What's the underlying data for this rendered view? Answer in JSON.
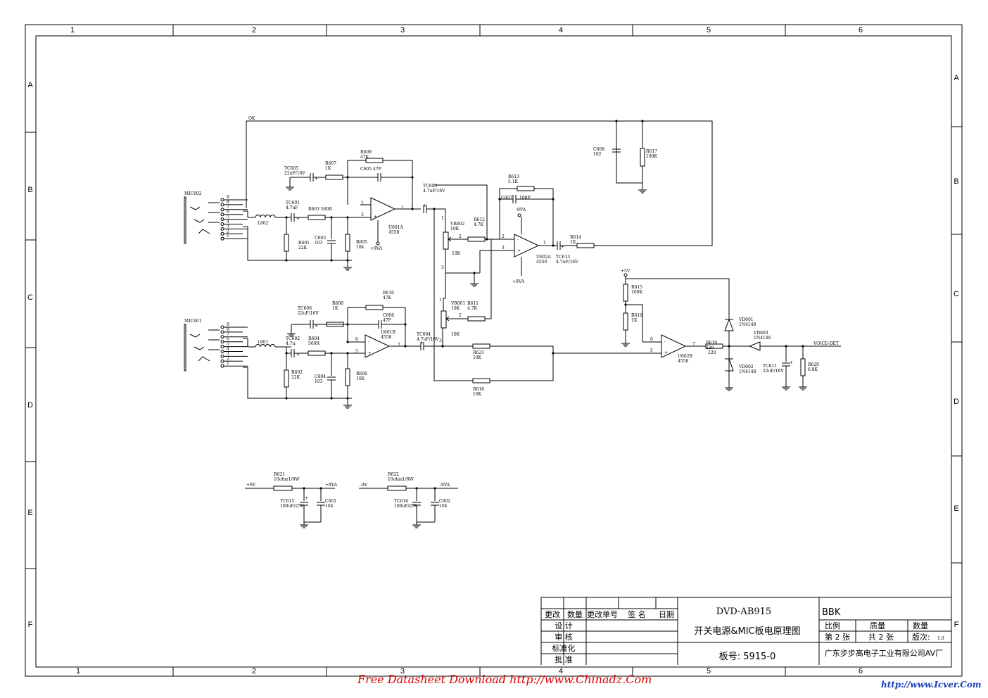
{
  "frame": {
    "col_labels": [
      "1",
      "2",
      "3",
      "4",
      "5",
      "6"
    ],
    "row_labels": [
      "A",
      "B",
      "C",
      "D",
      "E",
      "F"
    ]
  },
  "nets": {
    "ok": "OK",
    "voice_det": "VOICE-DET",
    "p5v": "+5V",
    "p9va": "+9VA",
    "m9va": "-9VA",
    "p9v": "+9V",
    "m9v": "-9V"
  },
  "connectors": {
    "mic602": "MIC602",
    "mic601": "MIC601",
    "pins": [
      "9",
      "8",
      "7",
      "6",
      "5",
      "4",
      "3",
      "2",
      "1"
    ]
  },
  "components": {
    "R609": [
      "R609",
      "47K"
    ],
    "R607": [
      "R607",
      "1K"
    ],
    "C605": [
      "C605",
      "47P"
    ],
    "TC605": [
      "TC605",
      "22uF/16V"
    ],
    "TC601": [
      "TC601",
      "4.7uF"
    ],
    "R603": [
      "R603 560R"
    ],
    "L602": [
      "L602"
    ],
    "R601": [
      "R601",
      "22K"
    ],
    "C603": [
      "C603",
      "103"
    ],
    "R605": [
      "R605",
      "10k"
    ],
    "U601A": [
      "U601A",
      "4558"
    ],
    "TC603": [
      "TC603",
      "4.7uF/16V"
    ],
    "VR602": [
      "VR602",
      "10K"
    ],
    "R612": [
      "R612",
      "4.7K"
    ],
    "R613": [
      "R613",
      "5.1K"
    ],
    "C607": [
      "C607",
      "100P"
    ],
    "U602A": [
      "U602A",
      "4558"
    ],
    "TC613": [
      "TC613",
      "4.7uF/16V"
    ],
    "R614": [
      "R614",
      "1K"
    ],
    "C608": [
      "C608",
      "102"
    ],
    "R617": [
      "R617",
      "100K"
    ],
    "R610": [
      "R610",
      "47K"
    ],
    "R608": [
      "R608",
      "1K"
    ],
    "TC606": [
      "TC606",
      "22uF/16V"
    ],
    "C606": [
      "C606",
      "47P"
    ],
    "U601B": [
      "U601B",
      "4558"
    ],
    "TC602": [
      "TC602",
      "4.7u"
    ],
    "R604": [
      "R604",
      "560R"
    ],
    "L601": [
      "L601"
    ],
    "R602": [
      "R602",
      "22K"
    ],
    "C604": [
      "C604",
      "103"
    ],
    "R606": [
      "R606",
      "10K"
    ],
    "TC604": [
      "TC604",
      "4.7uF/16V"
    ],
    "VR601": [
      "VR601",
      "10K"
    ],
    "R611": [
      "R611",
      "4.7K"
    ],
    "R623": [
      "R623",
      "10K"
    ],
    "R618": [
      "R618",
      "10K"
    ],
    "R615": [
      "R615",
      "100K"
    ],
    "R616": [
      "R616",
      "1K"
    ],
    "U602B": [
      "U602B",
      "4558"
    ],
    "R619": [
      "R619",
      "220"
    ],
    "VD601": [
      "VD601",
      "1N4148"
    ],
    "VD602": [
      "VD602",
      "1N4148"
    ],
    "VD603": [
      "VD603",
      "1N4148"
    ],
    "TC611": [
      "TC611",
      "22uF/16V"
    ],
    "R620": [
      "R620",
      "6.8K"
    ],
    "R621": [
      "R621",
      "10ohm1/6W"
    ],
    "R622": [
      "R622",
      "10ohm1/6W"
    ],
    "TC615": [
      "TC615",
      "100uF/25V"
    ],
    "C601": [
      "C601",
      "104"
    ],
    "TC616": [
      "TC616",
      "100uF/25V"
    ],
    "C602": [
      "C602",
      "104"
    ]
  },
  "title_block": {
    "hdr": [
      "更改",
      "数量",
      "更改单号",
      "签 名",
      "日期"
    ],
    "rows": [
      "设 计",
      "审 核",
      "标准化",
      "批 准"
    ],
    "model": "DVD-AB915",
    "title": "开关电源&MIC板电原理图",
    "board_no": "板号: 5915-0",
    "brand": "BBK",
    "scale": "比例",
    "quality": "质量",
    "qty": "数量",
    "sheet": "第 2 张",
    "total": "共 2 张",
    "version_label": "版次:",
    "version": "1.0",
    "company": "广东步步高电子工业有限公司AV厂"
  },
  "footer": {
    "download": "Free Datasheet Download http://www.Chinadz.Com",
    "url": "http://www.Icver.Com"
  }
}
